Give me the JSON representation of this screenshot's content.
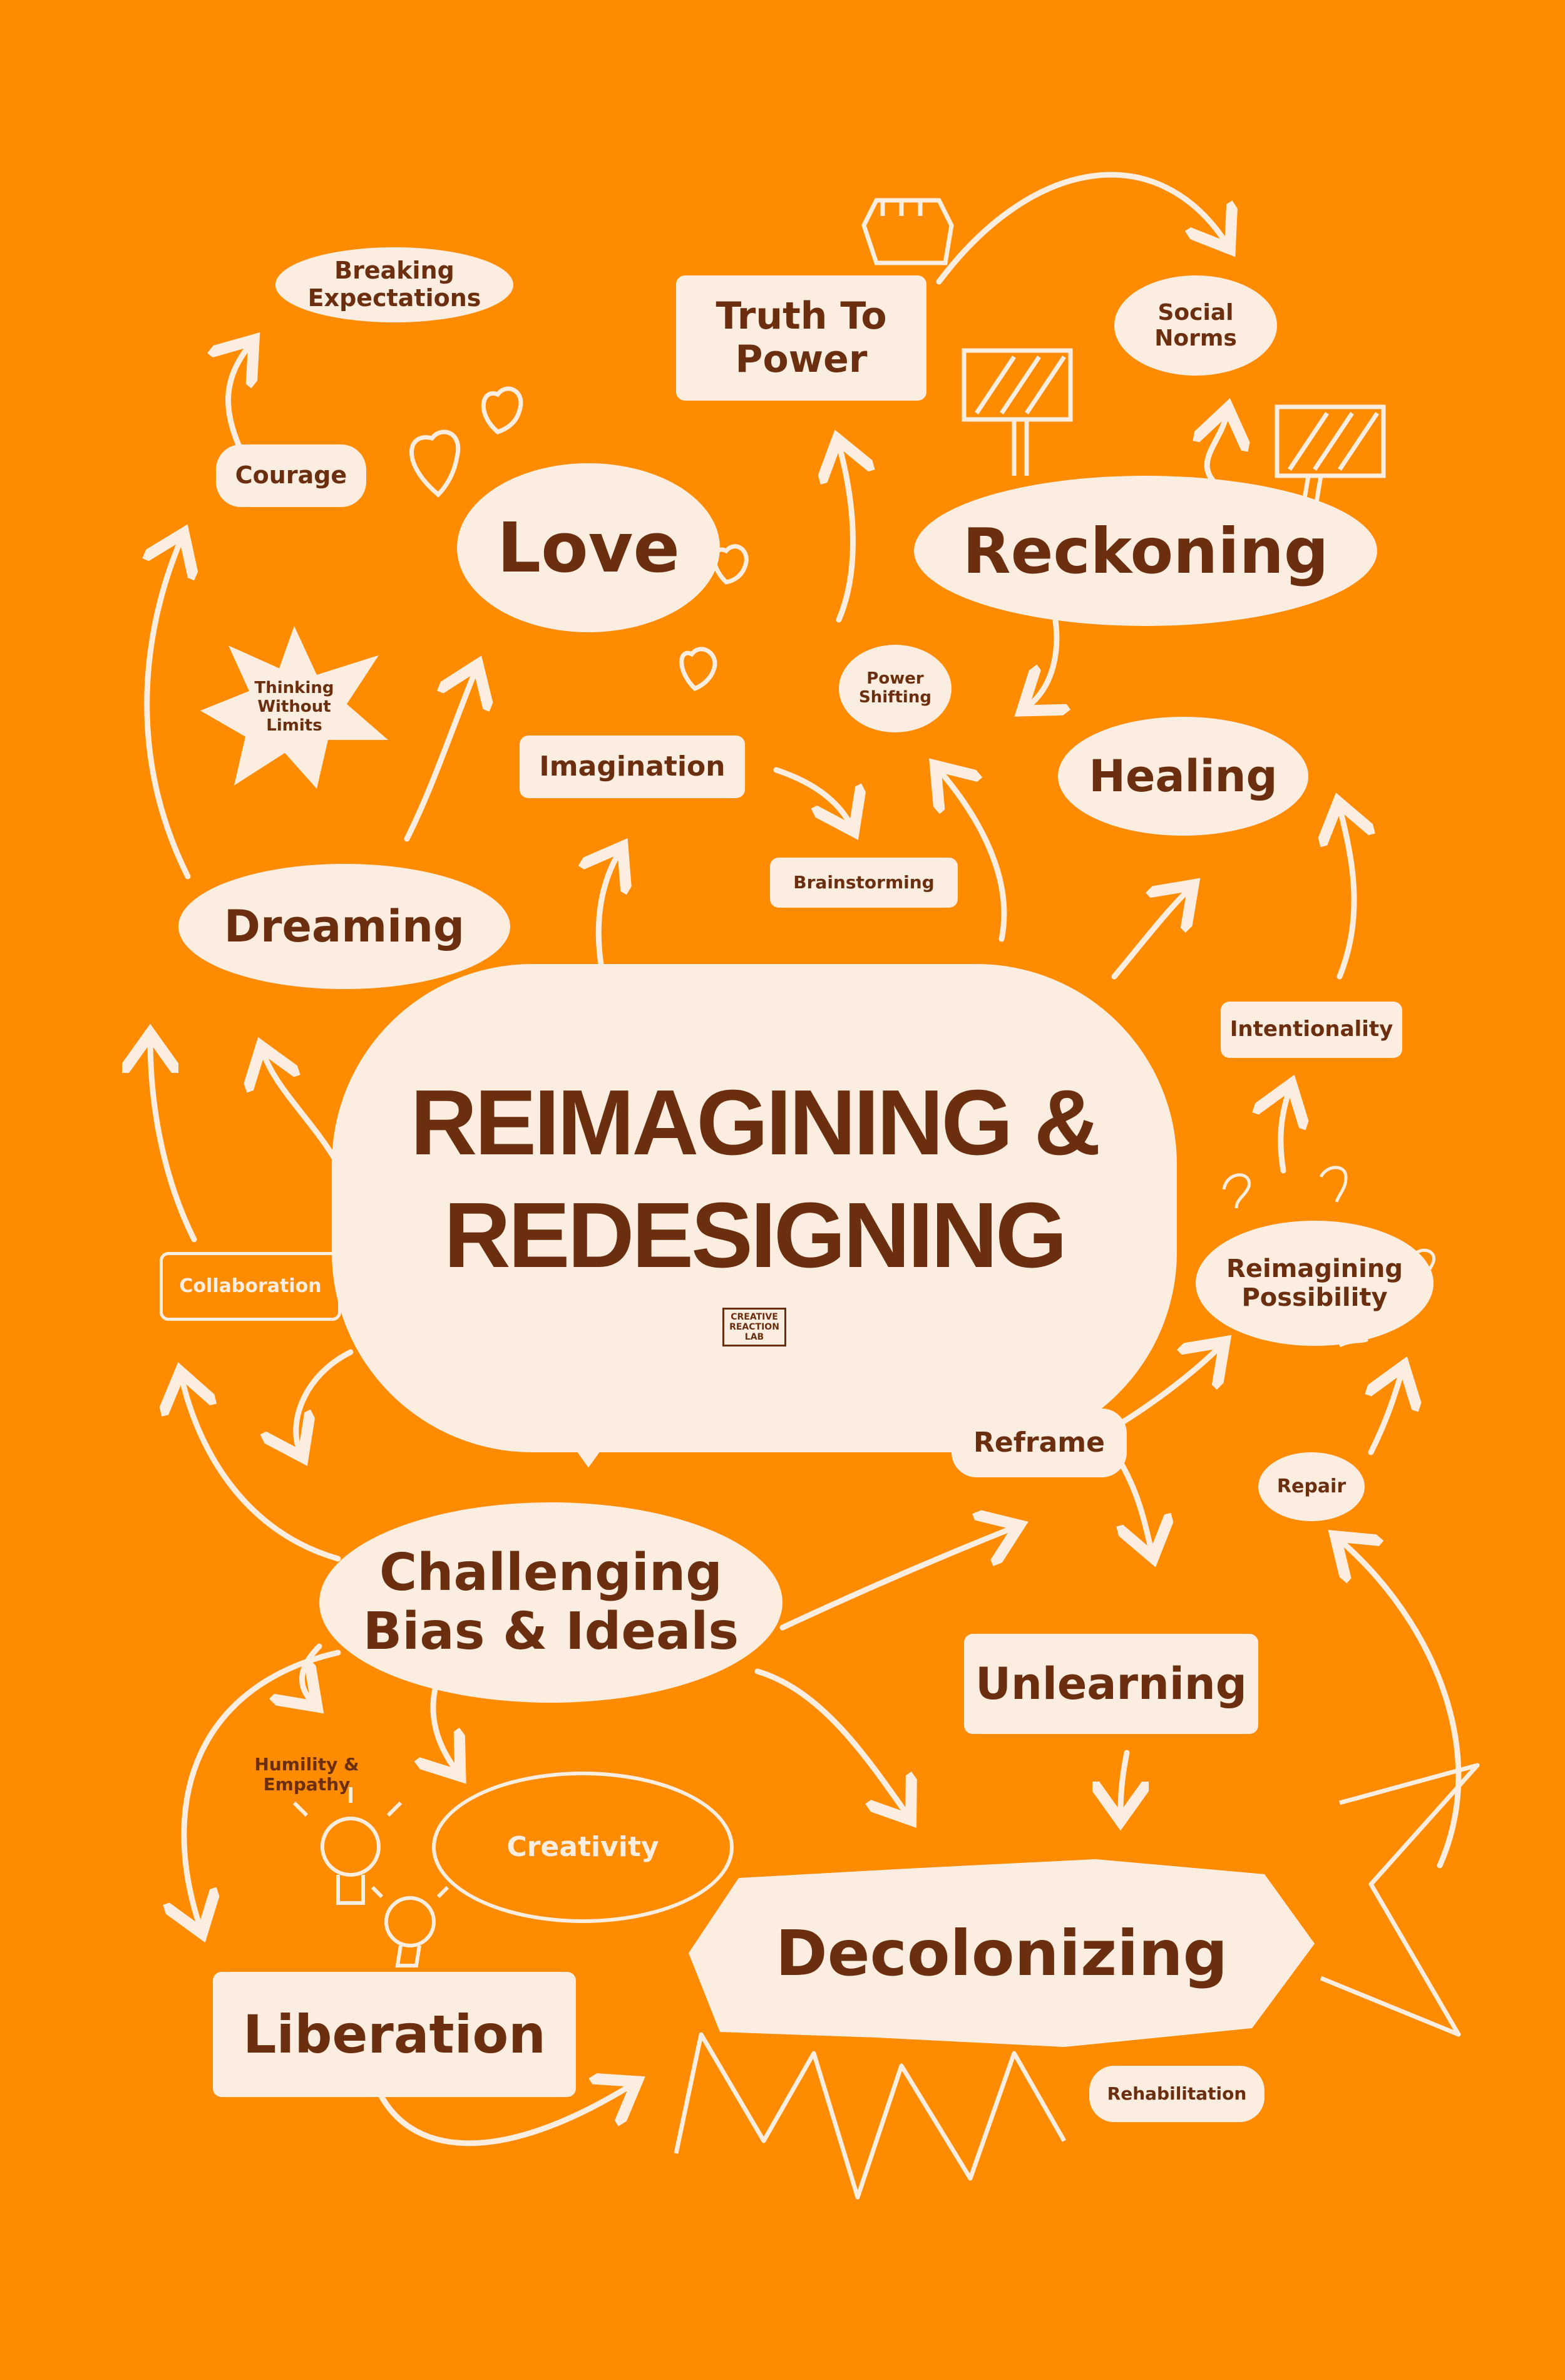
{
  "center": {
    "line1": "REIMAGINING &",
    "line2": "REDESIGNING",
    "logo": [
      "CREATIVE",
      "REACTION",
      "LAB"
    ]
  },
  "nodes": {
    "breaking_expectations": "Breaking\nExpectations",
    "truth_to_power": "Truth To\nPower",
    "social_norms": "Social\nNorms",
    "courage": "Courage",
    "love": "Love",
    "reckoning": "Reckoning",
    "thinking_without_limits": "Thinking\nWithout\nLimits",
    "power_shifting": "Power\nShifting",
    "imagination": "Imagination",
    "healing": "Healing",
    "brainstorming": "Brainstorming",
    "dreaming": "Dreaming",
    "intentionality": "Intentionality",
    "collaboration": "Collaboration",
    "reimagining_possibility": "Reimagining\nPossibility",
    "reframe": "Reframe",
    "repair": "Repair",
    "challenging_bias": "Challenging\nBias & Ideals",
    "unlearning": "Unlearning",
    "humility_empathy": "Humility &\nEmpathy",
    "creativity": "Creativity",
    "decolonizing": "Decolonizing",
    "liberation": "Liberation",
    "rehabilitation": "Rehabilitation"
  },
  "colors": {
    "background": "#ff8b00",
    "cream": "#fbeee0",
    "brown": "#6b2e0f"
  },
  "icons": [
    "raised-fist-icon",
    "heart-icon",
    "protest-sign-icon",
    "lightbulb-icon",
    "question-mark-icon"
  ]
}
